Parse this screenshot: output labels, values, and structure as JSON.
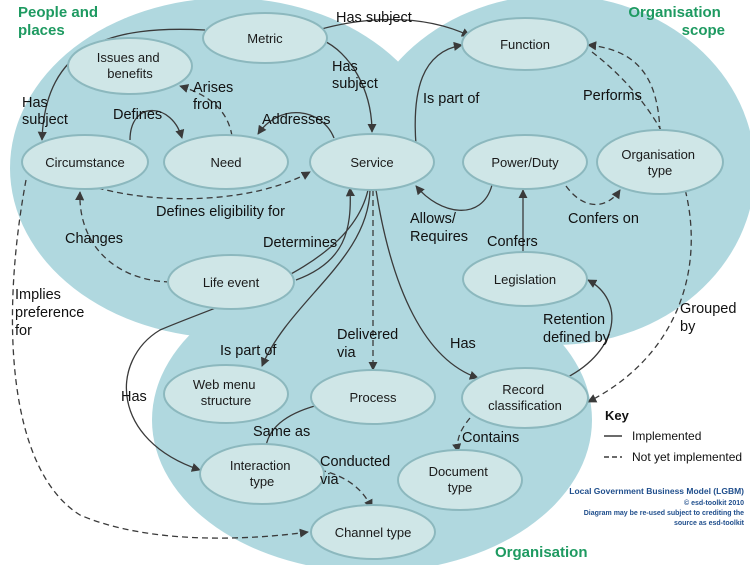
{
  "colors": {
    "region_fill": "#b0d8df",
    "node_fill": "#cfe6e7",
    "node_stroke": "#8cb8be",
    "region_label": "#1e9a61",
    "line": "#3a3a3a",
    "credit": "#1f4e8c"
  },
  "regions": {
    "people_places": "People and places",
    "organisation_scope": "Organisation scope",
    "organisation": "Organisation"
  },
  "nodes": {
    "metric": "Metric",
    "issues_benefits": "Issues and benefits",
    "function": "Function",
    "circumstance": "Circumstance",
    "need": "Need",
    "service": "Service",
    "power_duty": "Power/Duty",
    "organisation_type": "Organisation type",
    "life_event": "Life event",
    "legislation": "Legislation",
    "web_menu_structure": "Web menu structure",
    "process": "Process",
    "record_classification": "Record classification",
    "interaction_type": "Interaction type",
    "document_type": "Document type",
    "channel_type": "Channel type"
  },
  "edges": {
    "metric_function": "Has subject",
    "metric_service": "Has subject",
    "metric_circumstance": "Has subject",
    "need_issues": "Arises from",
    "circumstance_need": "Defines",
    "service_need": "Addresses",
    "service_function": "Is part of",
    "orgtype_function": "Performs",
    "circumstance_service": "Defines eligibility for",
    "powerduty_service": "Allows/ Requires",
    "powerduty_orgtype": "Confers on",
    "lifeevent_circumstance": "Changes",
    "lifeevent_service": "Determines",
    "legislation_powerduty": "Confers",
    "circumstance_channel": "Implies preference for",
    "function_record": "Grouped by",
    "record_legislation": "Retention defined by",
    "service_web": "Is part of",
    "service_process": "Delivered via",
    "service_record": "Has",
    "service_interaction": "Has",
    "process_interaction": "Same as",
    "record_document": "Contains",
    "interaction_channel": "Conducted via"
  },
  "key": {
    "title": "Key",
    "implemented": "Implemented",
    "not_implemented": "Not  yet implemented"
  },
  "credit": {
    "title": "Local Government Business Model (LGBM)",
    "line1": "© esd-toolkit 2010",
    "line2": "Diagram may be re-used subject to crediting the",
    "line3": "source as esd-toolkit"
  }
}
